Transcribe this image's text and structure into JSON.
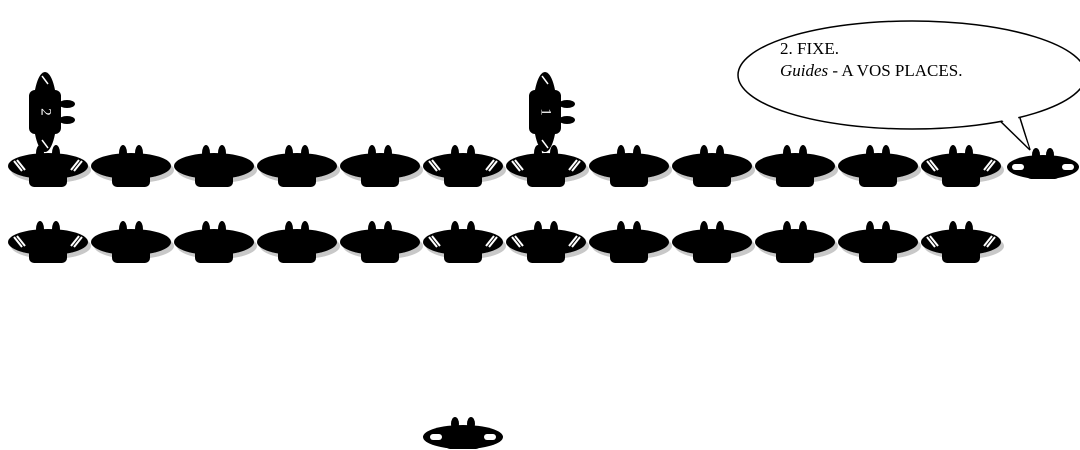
{
  "speech_bubble": {
    "line1": "2. FIXE.",
    "line3_italic": "Guides",
    "line3_rest": " - A VOS PLACES."
  },
  "guide_labels": {
    "left": "2",
    "middle": "1"
  },
  "colors": {
    "figure": "#000000",
    "shadow": "#c8c8c8",
    "stripe": "#ffffff"
  },
  "formation": {
    "front_rank": {
      "count": 12,
      "striped_positions": [
        1,
        6,
        7,
        12
      ]
    },
    "rear_rank": {
      "count": 12,
      "striped_positions": [
        1,
        6,
        7,
        12
      ]
    },
    "outside_figures": [
      "commander-right",
      "instructor-bottom"
    ]
  }
}
